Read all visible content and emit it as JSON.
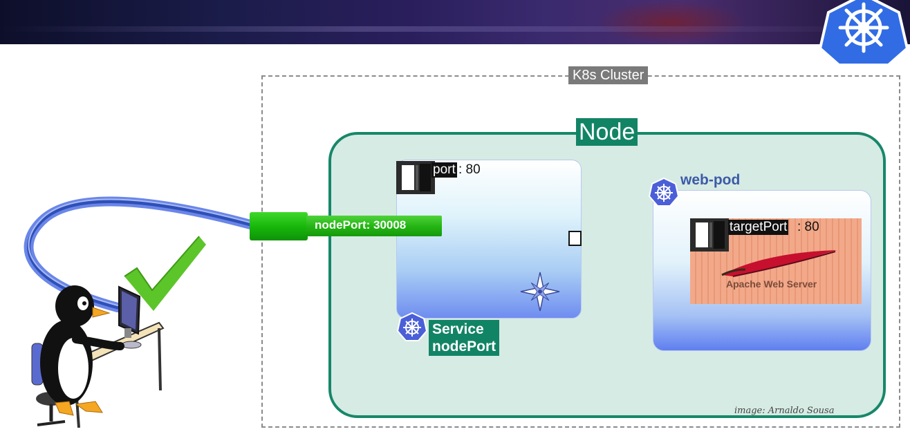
{
  "cluster": {
    "label": "K8s Cluster"
  },
  "node": {
    "label": "Node"
  },
  "service": {
    "port_label": "port",
    "port_value": ": 80",
    "name_line1": "Service",
    "name_line2": "nodePort"
  },
  "nodeport": {
    "label": "nodePort: 30008"
  },
  "pod": {
    "name": "web-pod",
    "target_label": "targetPort",
    "target_value": ": 80",
    "container_text": "Apache Web Server"
  },
  "credit": "image: Arnaldo Sousa",
  "colors": {
    "node_border": "#17876a",
    "node_fill": "#d6ebe3",
    "label_green": "#128466",
    "nodeport_green": "#23b313",
    "pod_name_blue": "#3c5aa8",
    "k8s_blue": "#326ce5",
    "cable_blue": "#4a6ad8"
  },
  "icons": {
    "logo": "kubernetes-logo-icon",
    "service": "kubernetes-service-icon",
    "pod": "kubernetes-pod-icon",
    "check": "checkmark-icon",
    "compass": "compass-star-icon",
    "user": "penguin-user-at-computer-icon"
  }
}
